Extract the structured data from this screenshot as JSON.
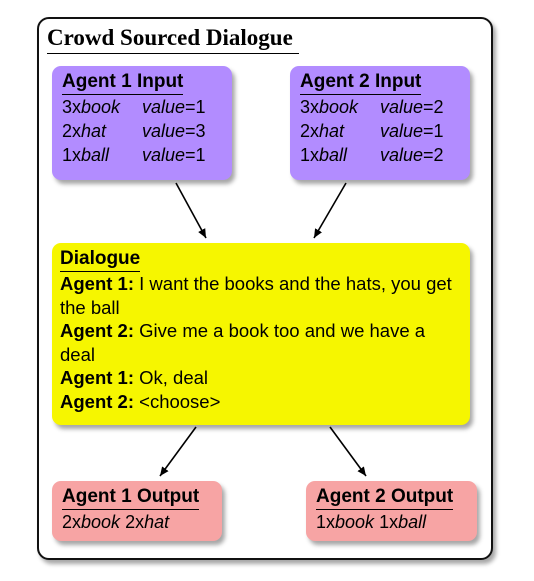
{
  "frame": {
    "title": "Crowd Sourced Dialogue"
  },
  "agent1_input": {
    "title": "Agent 1 Input",
    "rows": [
      {
        "count": "3x",
        "item": "book",
        "value_key": "value",
        "value": "=1"
      },
      {
        "count": "2x",
        "item": "hat",
        "value_key": "value",
        "value": "=3"
      },
      {
        "count": "1x",
        "item": "ball",
        "value_key": "value",
        "value": "=1"
      }
    ]
  },
  "agent2_input": {
    "title": "Agent 2 Input",
    "rows": [
      {
        "count": "3x",
        "item": "book",
        "value_key": "value",
        "value": "=2"
      },
      {
        "count": "2x",
        "item": "hat",
        "value_key": "value",
        "value": "=1"
      },
      {
        "count": "1x",
        "item": "ball",
        "value_key": "value",
        "value": "=2"
      }
    ]
  },
  "dialogue": {
    "title": "Dialogue",
    "turns": [
      {
        "speaker": "Agent 1:",
        "text": " I want the books and the hats, you get the ball"
      },
      {
        "speaker": "Agent 2:",
        "text": " Give me a book too and we have a deal"
      },
      {
        "speaker": "Agent 1:",
        "text": " Ok, deal"
      },
      {
        "speaker": "Agent 2:",
        "text": " <choose>"
      }
    ]
  },
  "agent1_output": {
    "title": "Agent 1 Output",
    "parts": [
      {
        "count": "2x",
        "item": "book"
      },
      {
        "count": " 2x",
        "item": "hat"
      }
    ]
  },
  "agent2_output": {
    "title": "Agent 2 Output",
    "parts": [
      {
        "count": "1x",
        "item": "book"
      },
      {
        "count": " 1x",
        "item": "ball"
      }
    ]
  },
  "colors": {
    "input_box": "#b28cff",
    "dialogue_box": "#f6f600",
    "output_box": "#f7a4a4"
  }
}
